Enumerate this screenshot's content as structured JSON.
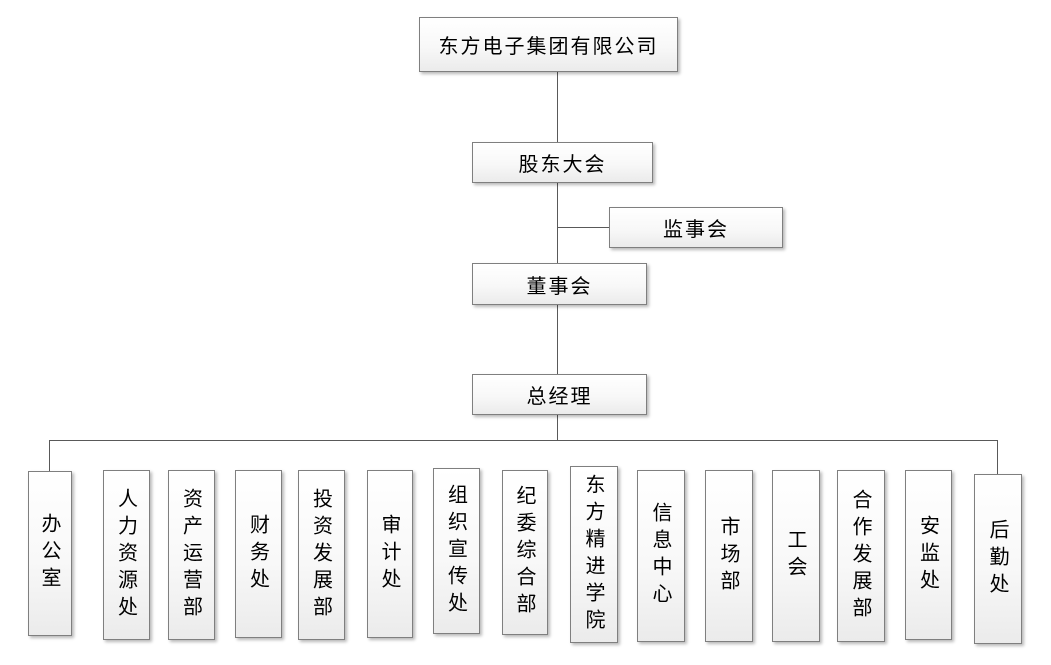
{
  "diagram": {
    "type": "org-chart",
    "background_color": "#ffffff",
    "box_border_color": "#7f7f7f",
    "connector_color": "#595959",
    "text_color": "#000000"
  },
  "nodes": {
    "company": {
      "label": "东方电子集团有限公司"
    },
    "shareholders_meeting": {
      "label": "股东大会"
    },
    "supervisory_board": {
      "label": "监事会"
    },
    "board_of_directors": {
      "label": "董事会"
    },
    "general_manager": {
      "label": "总经理"
    }
  },
  "departments": [
    {
      "label": "办公室"
    },
    {
      "label": "人力资源处"
    },
    {
      "label": "资产运营部"
    },
    {
      "label": "财务处"
    },
    {
      "label": "投资发展部"
    },
    {
      "label": "审计处"
    },
    {
      "label": "组织宣传处"
    },
    {
      "label": "纪委综合部"
    },
    {
      "label": "东方精进学院"
    },
    {
      "label": "信息中心"
    },
    {
      "label": "市场部"
    },
    {
      "label": "工会"
    },
    {
      "label": "合作发展部"
    },
    {
      "label": "安监处"
    },
    {
      "label": "后勤处"
    }
  ]
}
